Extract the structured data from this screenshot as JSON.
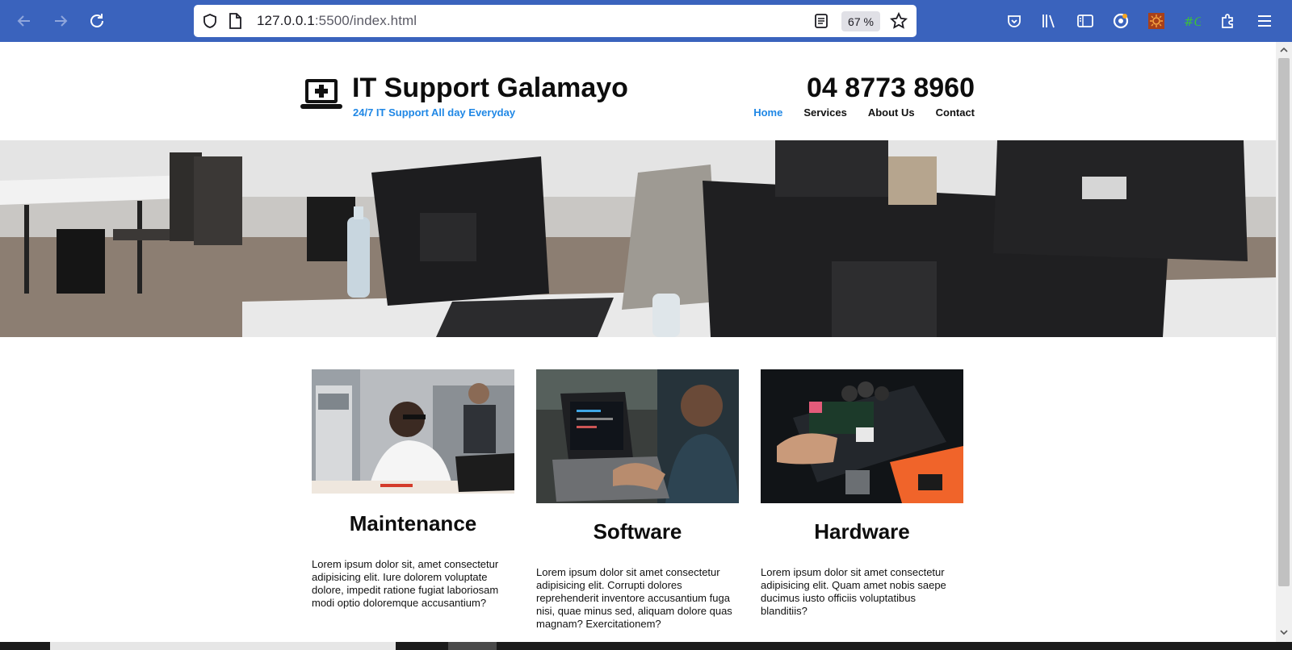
{
  "browser": {
    "url_host": "127.0.0.1",
    "url_rest": ":5500/index.html",
    "zoom": "67 %"
  },
  "site": {
    "title": "IT Support Galamayo",
    "tagline": "24/7 IT Support All day Everyday",
    "phone": "04 8773 8960",
    "nav": [
      "Home",
      "Services",
      "About Us",
      "Contact"
    ],
    "nav_active_color": "#1f87e5"
  },
  "cards": [
    {
      "title": "Maintenance",
      "text": "Lorem ipsum dolor sit, amet consectetur adipisicing elit. Iure dolorem voluptate dolore, impedit ratione fugiat laboriosam modi optio doloremque accusantium?"
    },
    {
      "title": "Software",
      "text": "Lorem ipsum dolor sit amet consectetur adipisicing elit. Corrupti dolores reprehenderit inventore accusantium fuga nisi, quae minus sed, aliquam dolore quas magnam? Exercitationem?"
    },
    {
      "title": "Hardware",
      "text": "Lorem ipsum dolor sit amet consectetur adipisicing elit. Quam amet nobis saepe ducimus iusto officiis voluptatibus blanditiis?"
    }
  ],
  "colors": {
    "chrome": "#3a63bd",
    "accent": "#1f87e5"
  }
}
